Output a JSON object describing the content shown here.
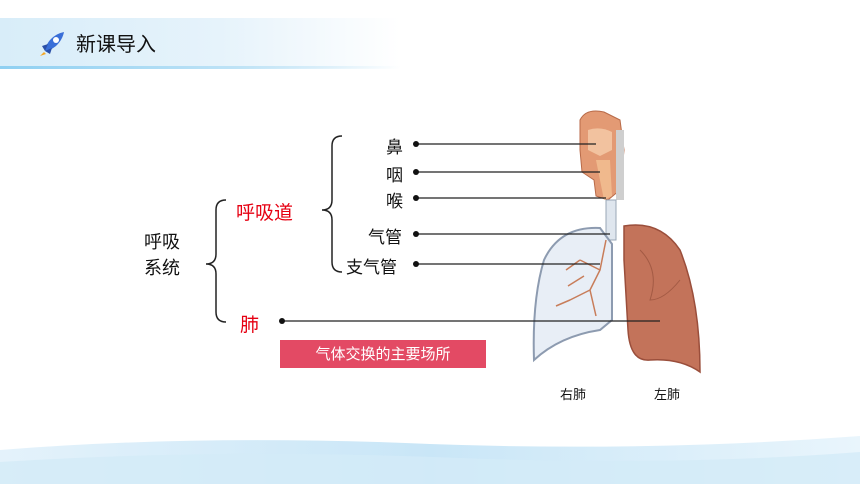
{
  "header": {
    "title": "新课导入",
    "icon": "rocket-icon"
  },
  "diagram": {
    "root": "呼吸\n系统",
    "root_line1": "呼吸",
    "root_line2": "系统",
    "airway": "呼吸道",
    "lung": "肺",
    "organs": [
      "鼻",
      "咽",
      "喉",
      "气管",
      "支气管"
    ],
    "callout": "气体交换的主要场所",
    "right_lung_label": "右肺",
    "left_lung_label": "左肺"
  },
  "colors": {
    "accent_red": "#e60012",
    "callout_bg": "#e34a64",
    "header_blue": "#8fd0f2"
  }
}
